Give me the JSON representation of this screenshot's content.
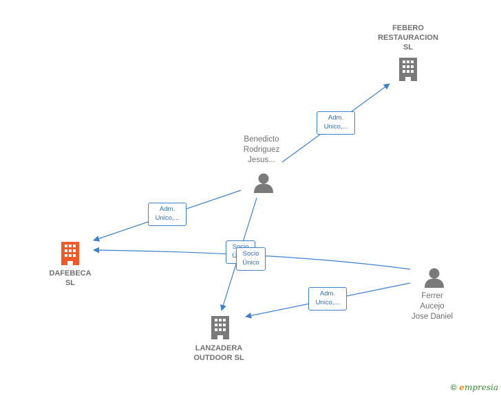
{
  "colors": {
    "edge": "#3b7fd0",
    "company_icon": "#7a7a7a",
    "focus_company_icon": "#f05a28",
    "person_icon": "#7a7a7a"
  },
  "nodes": {
    "febero": {
      "lines": [
        "FEBERO",
        "RESTAURACION",
        "SL"
      ],
      "icon": "building-icon"
    },
    "benedicto": {
      "lines": [
        "Benedicto",
        "Rodriguez",
        "Jesus..."
      ],
      "icon": "person-icon"
    },
    "dafebeca": {
      "lines": [
        "DAFEBECA",
        "SL"
      ],
      "icon": "building-icon"
    },
    "ferrer": {
      "lines": [
        "Ferrer",
        "Aucejo",
        "Jose Daniel"
      ],
      "icon": "person-icon"
    },
    "lanzadera": {
      "lines": [
        "LANZADERA",
        "OUTDOOR  SL"
      ],
      "icon": "building-icon"
    }
  },
  "edges": {
    "benedicto_febero": {
      "lines": [
        "Adm.",
        "Unico,..."
      ]
    },
    "benedicto_dafebeca": {
      "lines": [
        "Adm.",
        "Unico,..."
      ]
    },
    "benedicto_lanzadera": {
      "lines": [
        "Socio",
        "Único"
      ]
    },
    "ferrer_dafebeca": {
      "lines": [
        "Socio",
        "Único"
      ]
    },
    "ferrer_lanzadera": {
      "lines": [
        "Adm.",
        "Unico,..."
      ]
    }
  },
  "brand": {
    "copyright": "©",
    "e": "e",
    "rest": "mpresia"
  }
}
